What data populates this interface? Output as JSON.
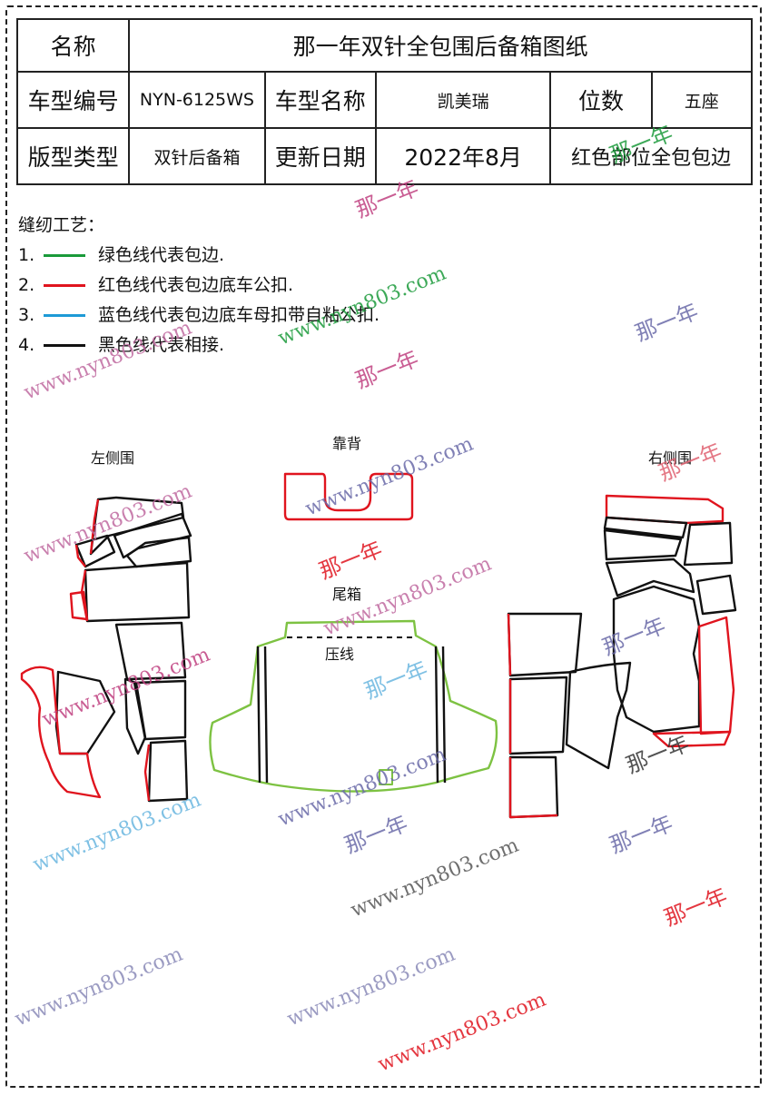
{
  "header": {
    "name_label": "名称",
    "name_value": "那一年双针全包围后备箱图纸",
    "model_code_label": "车型编号",
    "model_code_value": "NYN-6125WS",
    "model_name_label": "车型名称",
    "model_name_value": "凯美瑞",
    "seats_label": "位数",
    "seats_value": "五座",
    "pattern_type_label": "版型类型",
    "pattern_type_value": "双针后备箱",
    "update_date_label": "更新日期",
    "update_date_value": "2022年8月",
    "red_note": "红色部位全包包边"
  },
  "process": {
    "title": "缝纫工艺：",
    "items": [
      {
        "num": "1.",
        "text": "绿色线代表包边.",
        "color": "#1a9a3a"
      },
      {
        "num": "2.",
        "text": "红色线代表包边底车公扣.",
        "color": "#e0141e"
      },
      {
        "num": "3.",
        "text": "蓝色线代表包边底车母扣带自粘公扣.",
        "color": "#1e9ad6"
      },
      {
        "num": "4.",
        "text": "黑色线代表相接.",
        "color": "#111111"
      }
    ]
  },
  "labels": {
    "left_side": "左侧围",
    "backrest": "靠背",
    "right_side": "右侧围",
    "trunk": "尾箱",
    "press_line": "压线"
  },
  "watermarks": {
    "url": "www.nyn803.com",
    "brand": "那一年"
  },
  "colors": {
    "green": "#7dc242",
    "red": "#e0141e",
    "black": "#111111",
    "blue": "#1e9ad6"
  }
}
